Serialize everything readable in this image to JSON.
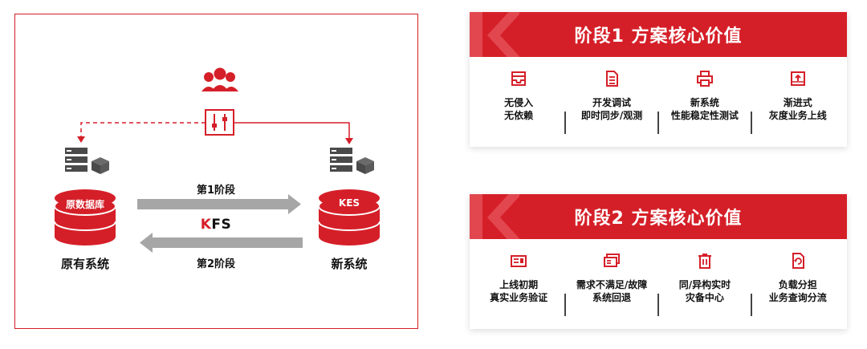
{
  "diagram": {
    "old_db_label": "原数据库",
    "new_db_label": "KES",
    "old_system": "原有系统",
    "new_system": "新系统",
    "stage1_label": "第1阶段",
    "stage2_label": "第2阶段",
    "kfs_k": "K",
    "kfs_rest": "FS"
  },
  "panels": [
    {
      "title": "阶段1 方案核心价值",
      "items": [
        {
          "icon": "inbox-icon",
          "line1": "无侵入",
          "line2": "无依赖"
        },
        {
          "icon": "document-icon",
          "line1": "开发调试",
          "line2": "即时同步/观测"
        },
        {
          "icon": "printer-icon",
          "line1": "新系统",
          "line2": "性能稳定性测试"
        },
        {
          "icon": "upload-box-icon",
          "line1": "渐进式",
          "line2": "灰度业务上线"
        }
      ]
    },
    {
      "title": "阶段2 方案核心价值",
      "items": [
        {
          "icon": "card-icon",
          "line1": "上线初期",
          "line2": "真实业务验证"
        },
        {
          "icon": "cards-icon",
          "line1": "需求不满足/故障",
          "line2": "系统回退"
        },
        {
          "icon": "trash-icon",
          "line1": "同/异构实时",
          "line2": "灾备中心"
        },
        {
          "icon": "refresh-doc-icon",
          "line1": "负载分担",
          "line2": "业务查询分流"
        }
      ]
    }
  ],
  "colors": {
    "accent": "#d51f28",
    "arrow_gray": "#a6a6a6",
    "server_gray": "#4a4a4a"
  }
}
